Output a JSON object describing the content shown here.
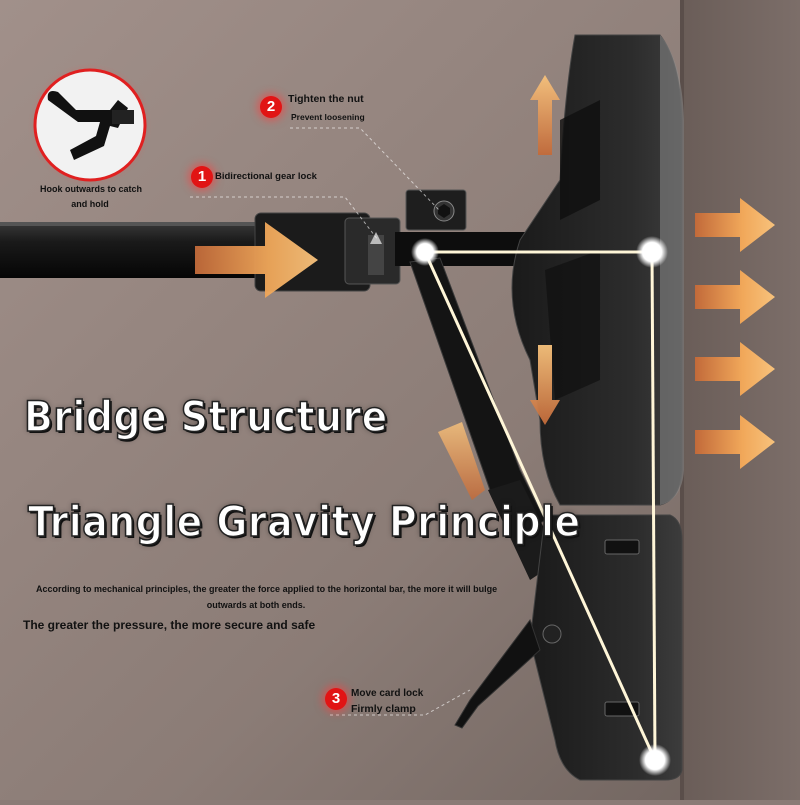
{
  "headings": {
    "bridge": "Bridge Structure",
    "triangle": "Triangle Gravity Principle"
  },
  "description": {
    "line1": "According to mechanical principles, the greater the force applied to the horizontal bar, the more it will bulge",
    "line2": "outwards at both ends.",
    "tagline": "The greater the pressure, the more secure and safe"
  },
  "inset": {
    "label_line1": "Hook outwards to catch",
    "label_line2": "and hold"
  },
  "callouts": [
    {
      "number": "1",
      "title": "Bidirectional gear lock",
      "subtitle": ""
    },
    {
      "number": "2",
      "title": "Tighten the nut",
      "subtitle": "Prevent loosening"
    },
    {
      "number": "3",
      "title": "Move card lock",
      "subtitle": "Firmly clamp"
    }
  ],
  "colors": {
    "wall": "#8a7b76",
    "door": "#6f625d",
    "badge": "#e11414",
    "arrow": "#f0a24a",
    "arrow_dark": "#c9733a",
    "triangle_line": "#fff6d8"
  }
}
